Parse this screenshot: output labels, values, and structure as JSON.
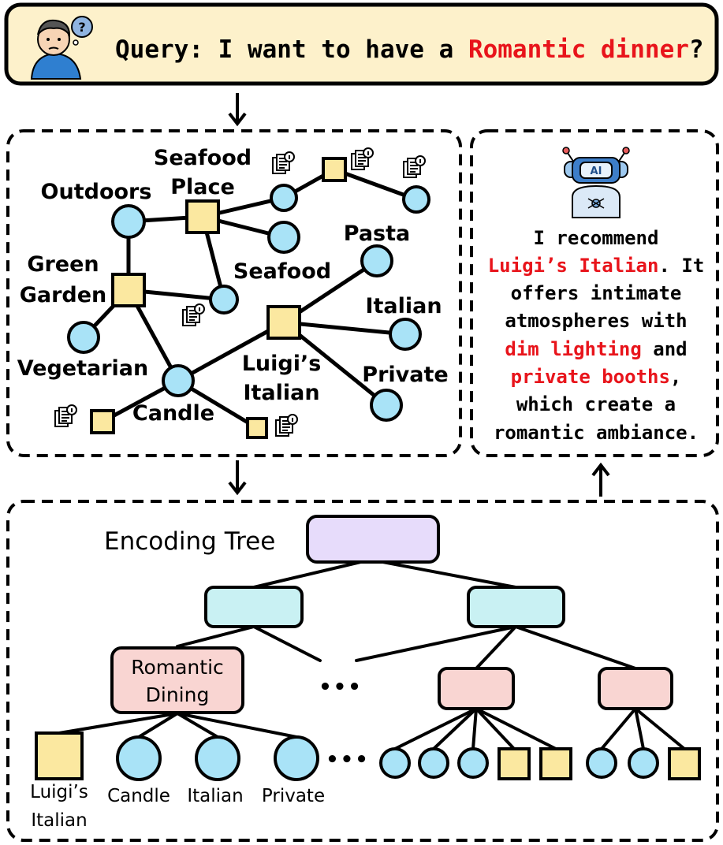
{
  "query": {
    "prefix": "Query: I want to have a ",
    "highlight": "Romantic dinner",
    "suffix": "?",
    "icon": "thinking-person-icon"
  },
  "graph": {
    "labels": {
      "outdoors": "Outdoors",
      "seafood_place_1": "Seafood",
      "seafood_place_2": "Place",
      "seafood": "Seafood",
      "pasta": "Pasta",
      "green_garden_1": "Green",
      "green_garden_2": "Garden",
      "italian": "Italian",
      "vegetarian": "Vegetarian",
      "luigis_1": "Luigi’s",
      "luigis_2": "Italian",
      "private": "Private",
      "candle": "Candle"
    },
    "document_icon": "document-info-icon"
  },
  "answer": {
    "icon": "ai-robot-icon",
    "robot_label": "AI",
    "lines": [
      [
        {
          "text": "I recommend",
          "red": false
        }
      ],
      [
        {
          "text": "Luigi’s Italian",
          "red": true
        },
        {
          "text": ". It",
          "red": false
        }
      ],
      [
        {
          "text": "offers intimate",
          "red": false
        }
      ],
      [
        {
          "text": "atmospheres with",
          "red": false
        }
      ],
      [
        {
          "text": "dim lighting",
          "red": true
        },
        {
          "text": " and",
          "red": false
        }
      ],
      [
        {
          "text": "private booths",
          "red": true
        },
        {
          "text": ",",
          "red": false
        }
      ],
      [
        {
          "text": "which create a",
          "red": false
        }
      ],
      [
        {
          "text": "romantic ambiance.",
          "red": false
        }
      ]
    ]
  },
  "tree": {
    "title": "Encoding Tree",
    "community_1": "Romantic",
    "community_2": "Dining",
    "ellipsis": "•••",
    "leaf_labels": {
      "luigis_1": "Luigi’s",
      "luigis_2": "Italian",
      "candle": "Candle",
      "italian": "Italian",
      "private": "Private"
    }
  },
  "colors": {
    "highlight_red": "#e8141b",
    "query_bg": "#fdf1cb",
    "entity_circle": "#a9e3f7",
    "document_square": "#fbe8a0",
    "root_node": "#e7dcfb",
    "mid_node": "#c9f1f3",
    "community_node": "#f9d5d2"
  }
}
